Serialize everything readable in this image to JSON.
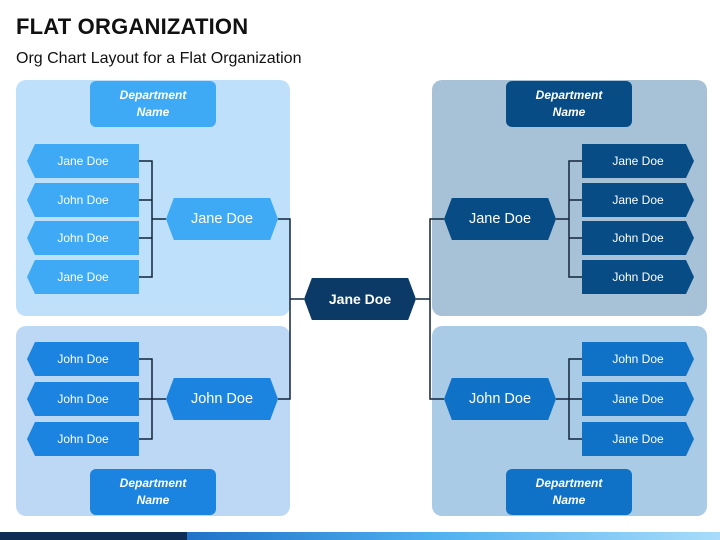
{
  "title": "FLAT ORGANIZATION",
  "subtitle": "Org Chart Layout for a Flat Organization",
  "center": "Jane Doe",
  "top_left": {
    "dept": "Department\nName",
    "manager": "Jane Doe",
    "members": [
      "Jane Doe",
      "John Doe",
      "John Doe",
      "Jane Doe"
    ]
  },
  "bottom_left": {
    "dept": "Department\nName",
    "manager": "John Doe",
    "members": [
      "John Doe",
      "John Doe",
      "John Doe"
    ]
  },
  "top_right": {
    "dept": "Department\nName",
    "manager": "Jane Doe",
    "members": [
      "Jane Doe",
      "Jane Doe",
      "John Doe",
      "John Doe"
    ]
  },
  "bottom_right": {
    "dept": "Department\nName",
    "manager": "John Doe",
    "members": [
      "John Doe",
      "Jane Doe",
      "Jane Doe"
    ]
  },
  "colors": {
    "left_top_panel": "#bfe0fb",
    "left_bottom_panel": "#bcd8f5",
    "right_top_panel": "#a7c1d7",
    "right_bottom_panel": "#a9cbe6",
    "center_box": "#0c3a67"
  }
}
